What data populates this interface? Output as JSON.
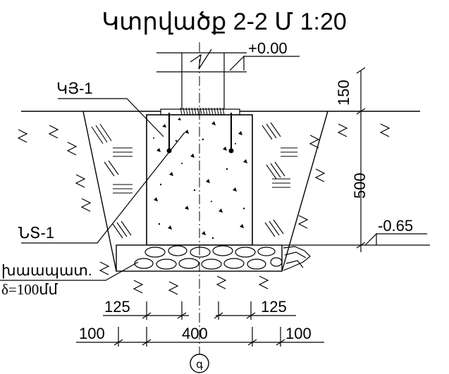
{
  "title": "Կտրվածք 2-2  Մ 1:20",
  "labels": {
    "column": "ԿՅ-1",
    "footing": "ՆՏ-1",
    "gravel": "խաապատ.",
    "thickness": "δ=100մմ",
    "axis": "գ"
  },
  "levels": {
    "top": "+0.00",
    "bottom": "-0.65"
  },
  "dimensions": {
    "slab": "150",
    "depth": "500",
    "left_offset": "125",
    "right_offset": "125",
    "left_outer": "100",
    "width": "400",
    "right_outer": "100"
  }
}
